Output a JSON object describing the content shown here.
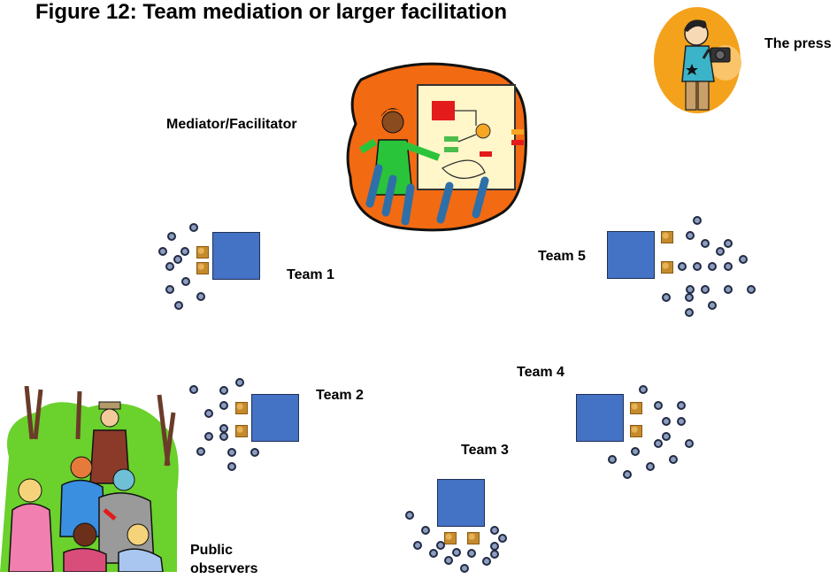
{
  "figure": {
    "title": "Figure 12:  Team mediation or larger facilitation"
  },
  "labels": {
    "press": "The press",
    "mediator": "Mediator/Facilitator",
    "team1": "Team 1",
    "team2": "Team 2",
    "team3": "Team 3",
    "team4": "Team 4",
    "team5": "Team 5",
    "observers_line1": "Public",
    "observers_line2": "observers"
  },
  "colors": {
    "table": "#4472c4",
    "chair": "#c48a2c",
    "person_dot": "#222b44",
    "mediator_bg": "#f26a12",
    "press_bg": "#f4a21c"
  },
  "icons": [
    "photographer-clipart",
    "presenter-clipart",
    "public-observers-clipart"
  ]
}
